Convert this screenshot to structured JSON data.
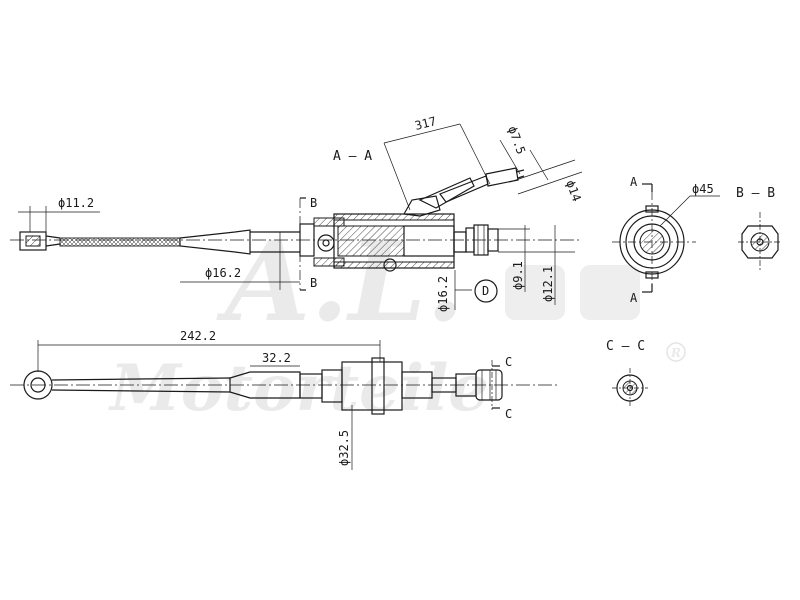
{
  "watermark": {
    "logo": "A.L.",
    "brand": "Motorteile",
    "mark": "R"
  },
  "section_labels": {
    "aa": "A – A",
    "bb": "B – B",
    "cc": "C – C",
    "a_top": "A",
    "a_bottom": "A",
    "b_top": "B",
    "b_bottom": "B",
    "c_top": "C",
    "c_bottom": "C",
    "detail": "D"
  },
  "dimensions": {
    "length_317": "317",
    "dia_7_5": "ϕ7.5",
    "dia_14": "ϕ14",
    "dia_11_2": "ϕ11.2",
    "dia_16_2_left": "ϕ16.2",
    "dia_16_2_mid": "ϕ16.2",
    "dia_9_1": "ϕ9.1",
    "dia_12_1": "ϕ12.1",
    "dia_45": "ϕ45",
    "length_242_2": "242.2",
    "length_32_2": "32.2",
    "dia_32_5": "ϕ32.5"
  }
}
